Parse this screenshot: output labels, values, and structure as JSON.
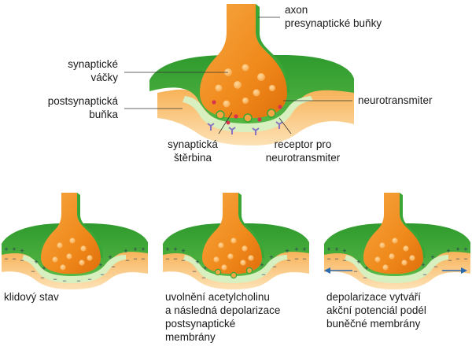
{
  "labels": {
    "axon": [
      "axon",
      "presynaptické buňky"
    ],
    "vesicles": [
      "synaptické",
      "váčky"
    ],
    "postsynaptic": [
      "postsynaptická",
      "buňka"
    ],
    "neurotransmitter": "neurotransmiter",
    "cleft": [
      "synaptická",
      "štěrbina"
    ],
    "receptor": [
      "receptor pro",
      "neurotransmiter"
    ]
  },
  "panels": [
    {
      "caption": [
        "klidový stav"
      ]
    },
    {
      "caption": [
        "uvolnění acetylcholinu",
        "a následná depolarizace",
        "postsynaptické",
        "membrány"
      ]
    },
    {
      "caption": [
        "depolarizace vytváří",
        "akční potenciál podél",
        "buněčné membrány"
      ]
    }
  ],
  "charges": {
    "plus": "+",
    "minus": "−"
  },
  "colors": {
    "orange": "#f08a1c",
    "orange_light": "#f7b155",
    "green": "#3aa635",
    "green_light": "#9ad46a",
    "cleft": "#d8efc0",
    "post_orange": "#f4a040",
    "arrow": "#2a6ab0",
    "neurotransmitter": "#d8324a",
    "receptor": "#8a72c0"
  }
}
